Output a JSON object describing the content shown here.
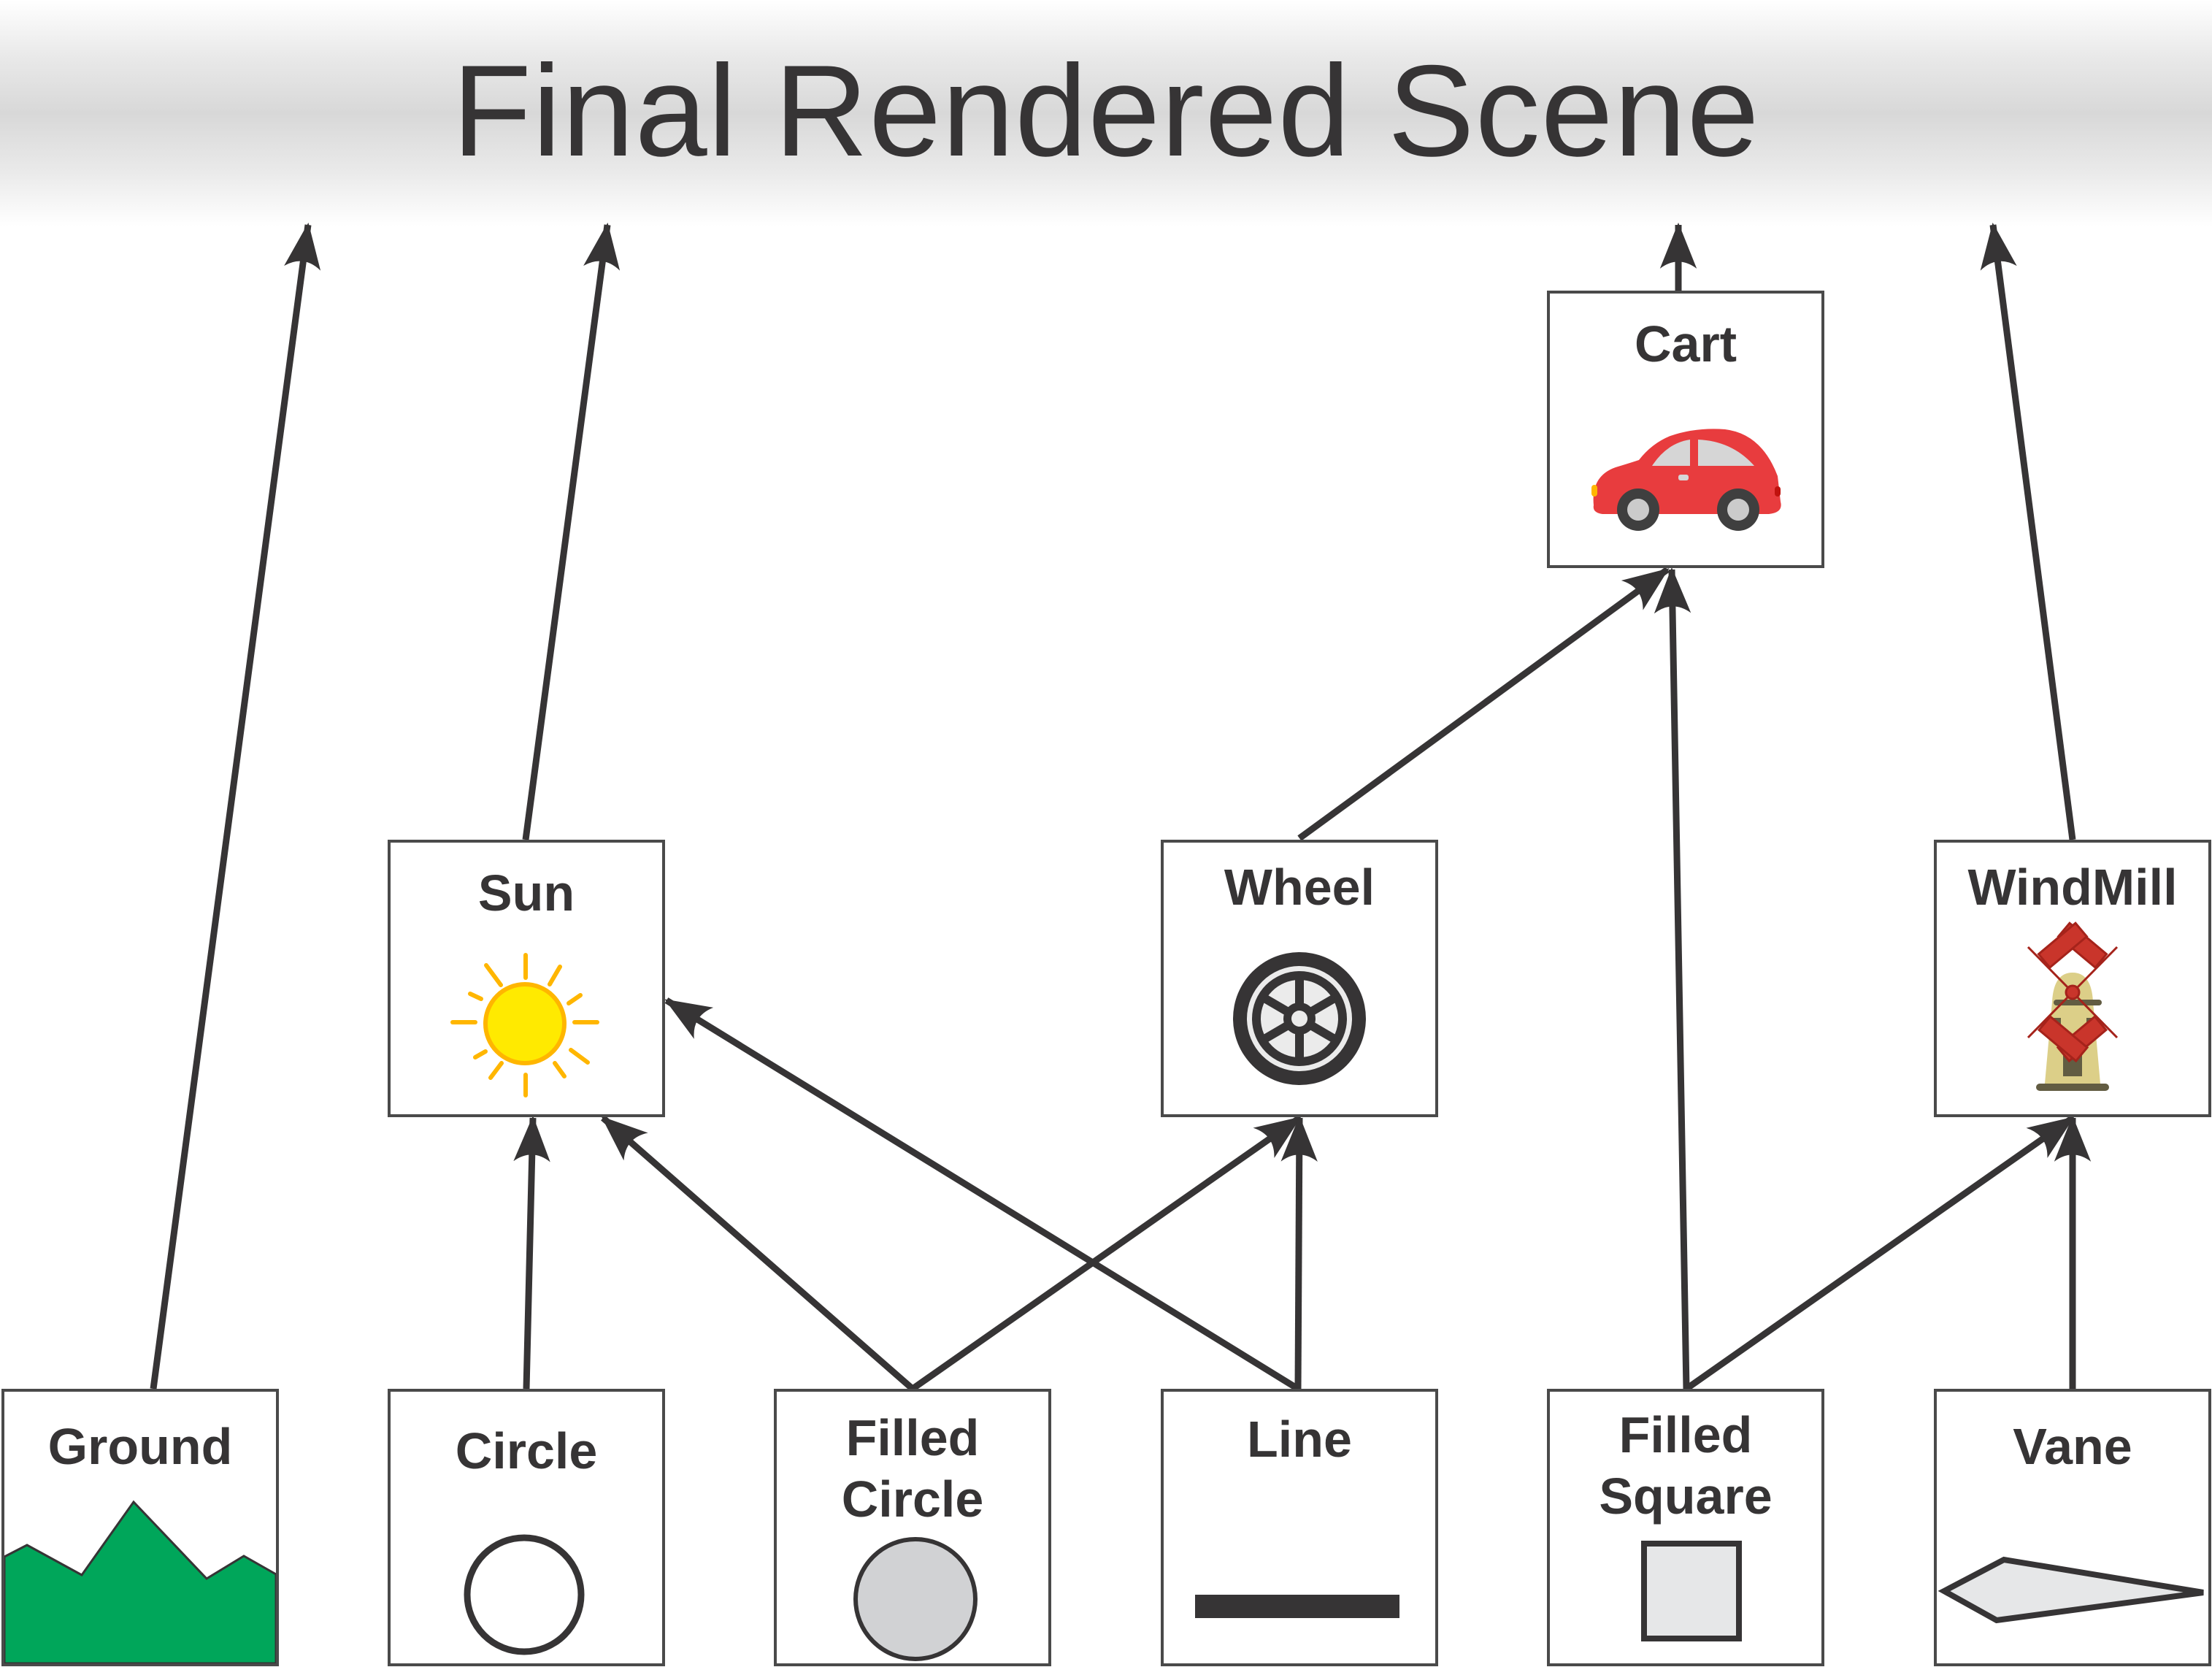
{
  "title": "Final Rendered Scene",
  "colors": {
    "ink": "#363435",
    "ground_green": "#00a65a",
    "sun_yellow": "#ffea00",
    "sun_orange": "#ffb600",
    "car_red": "#e83c3e",
    "shape_gray": "#d1d2d4",
    "windmill_sail": "#c9352b",
    "windmill_body": "#dccf88"
  },
  "nodes": {
    "cart": {
      "label": "Cart",
      "icon": "car-icon"
    },
    "sun": {
      "label": "Sun",
      "icon": "sun-icon"
    },
    "wheel": {
      "label": "Wheel",
      "icon": "wheel-icon"
    },
    "windmill": {
      "label": "WindMill",
      "icon": "windmill-icon"
    },
    "ground": {
      "label": "Ground",
      "icon": "mountain-icon"
    },
    "circle": {
      "label": "Circle",
      "icon": "circle-outline-icon"
    },
    "filled_circle": {
      "label_line1": "Filled",
      "label_line2": "Circle",
      "icon": "filled-circle-icon"
    },
    "line": {
      "label": "Line",
      "icon": "line-bar-icon"
    },
    "filled_square": {
      "label_line1": "Filled",
      "label_line2": "Square",
      "icon": "filled-square-icon"
    },
    "vane": {
      "label": "Vane",
      "icon": "vane-polygon-icon"
    }
  },
  "edges": [
    {
      "from": "Ground",
      "to": "Final Rendered Scene"
    },
    {
      "from": "Sun",
      "to": "Final Rendered Scene"
    },
    {
      "from": "Cart",
      "to": "Final Rendered Scene"
    },
    {
      "from": "WindMill",
      "to": "Final Rendered Scene"
    },
    {
      "from": "Wheel",
      "to": "Cart"
    },
    {
      "from": "Filled Square",
      "to": "Cart"
    },
    {
      "from": "Circle",
      "to": "Sun"
    },
    {
      "from": "Filled Circle",
      "to": "Sun"
    },
    {
      "from": "Line",
      "to": "Sun"
    },
    {
      "from": "Filled Circle",
      "to": "Wheel"
    },
    {
      "from": "Line",
      "to": "Wheel"
    },
    {
      "from": "Filled Square",
      "to": "WindMill"
    },
    {
      "from": "Vane",
      "to": "WindMill"
    }
  ]
}
